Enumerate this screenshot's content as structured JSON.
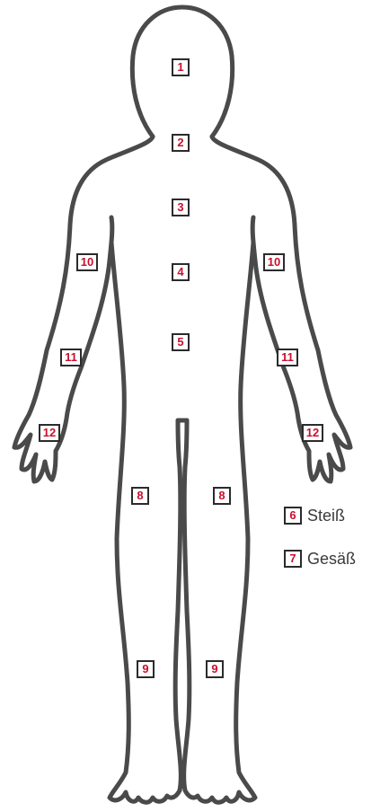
{
  "accent_color": "#c8102e",
  "outline_color": "#4a4a4a",
  "markers": {
    "head": "1",
    "neck": "2",
    "chest": "3",
    "upper_abdomen": "4",
    "lower_abdomen": "5",
    "thigh_right": "8",
    "thigh_left": "8",
    "lower_leg_right": "9",
    "lower_leg_left": "9",
    "upper_arm_right": "10",
    "upper_arm_left": "10",
    "forearm_right": "11",
    "forearm_left": "11",
    "hand_right": "12",
    "hand_left": "12"
  },
  "legend": [
    {
      "number": "6",
      "label": "Steiß"
    },
    {
      "number": "7",
      "label": "Gesäß"
    }
  ]
}
